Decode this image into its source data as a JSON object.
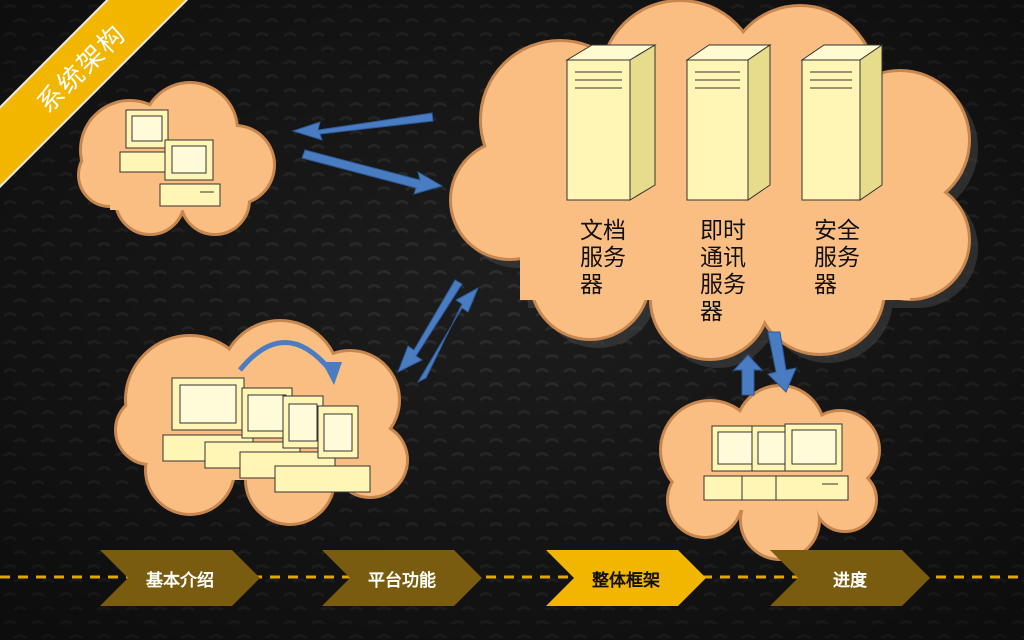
{
  "banner": {
    "title": "系统架构"
  },
  "servers": [
    {
      "label_lines": [
        "文档",
        "服务",
        "器"
      ]
    },
    {
      "label_lines": [
        "即时",
        "通讯",
        "服务",
        "器"
      ]
    },
    {
      "label_lines": [
        "安全",
        "服务",
        "器"
      ]
    }
  ],
  "nav": [
    {
      "label": "基本介绍",
      "active": false
    },
    {
      "label": "平台功能",
      "active": false
    },
    {
      "label": "整体框架",
      "active": true
    },
    {
      "label": "进度",
      "active": false
    }
  ],
  "colors": {
    "cloud": "#fbbe82",
    "cloud_outline": "#c8874e",
    "arrow": "#4a7cc2",
    "banner": "#f2b500",
    "nav_inactive": "#7a5c10",
    "nav_active": "#f2b500",
    "dash": "#e3a800"
  }
}
